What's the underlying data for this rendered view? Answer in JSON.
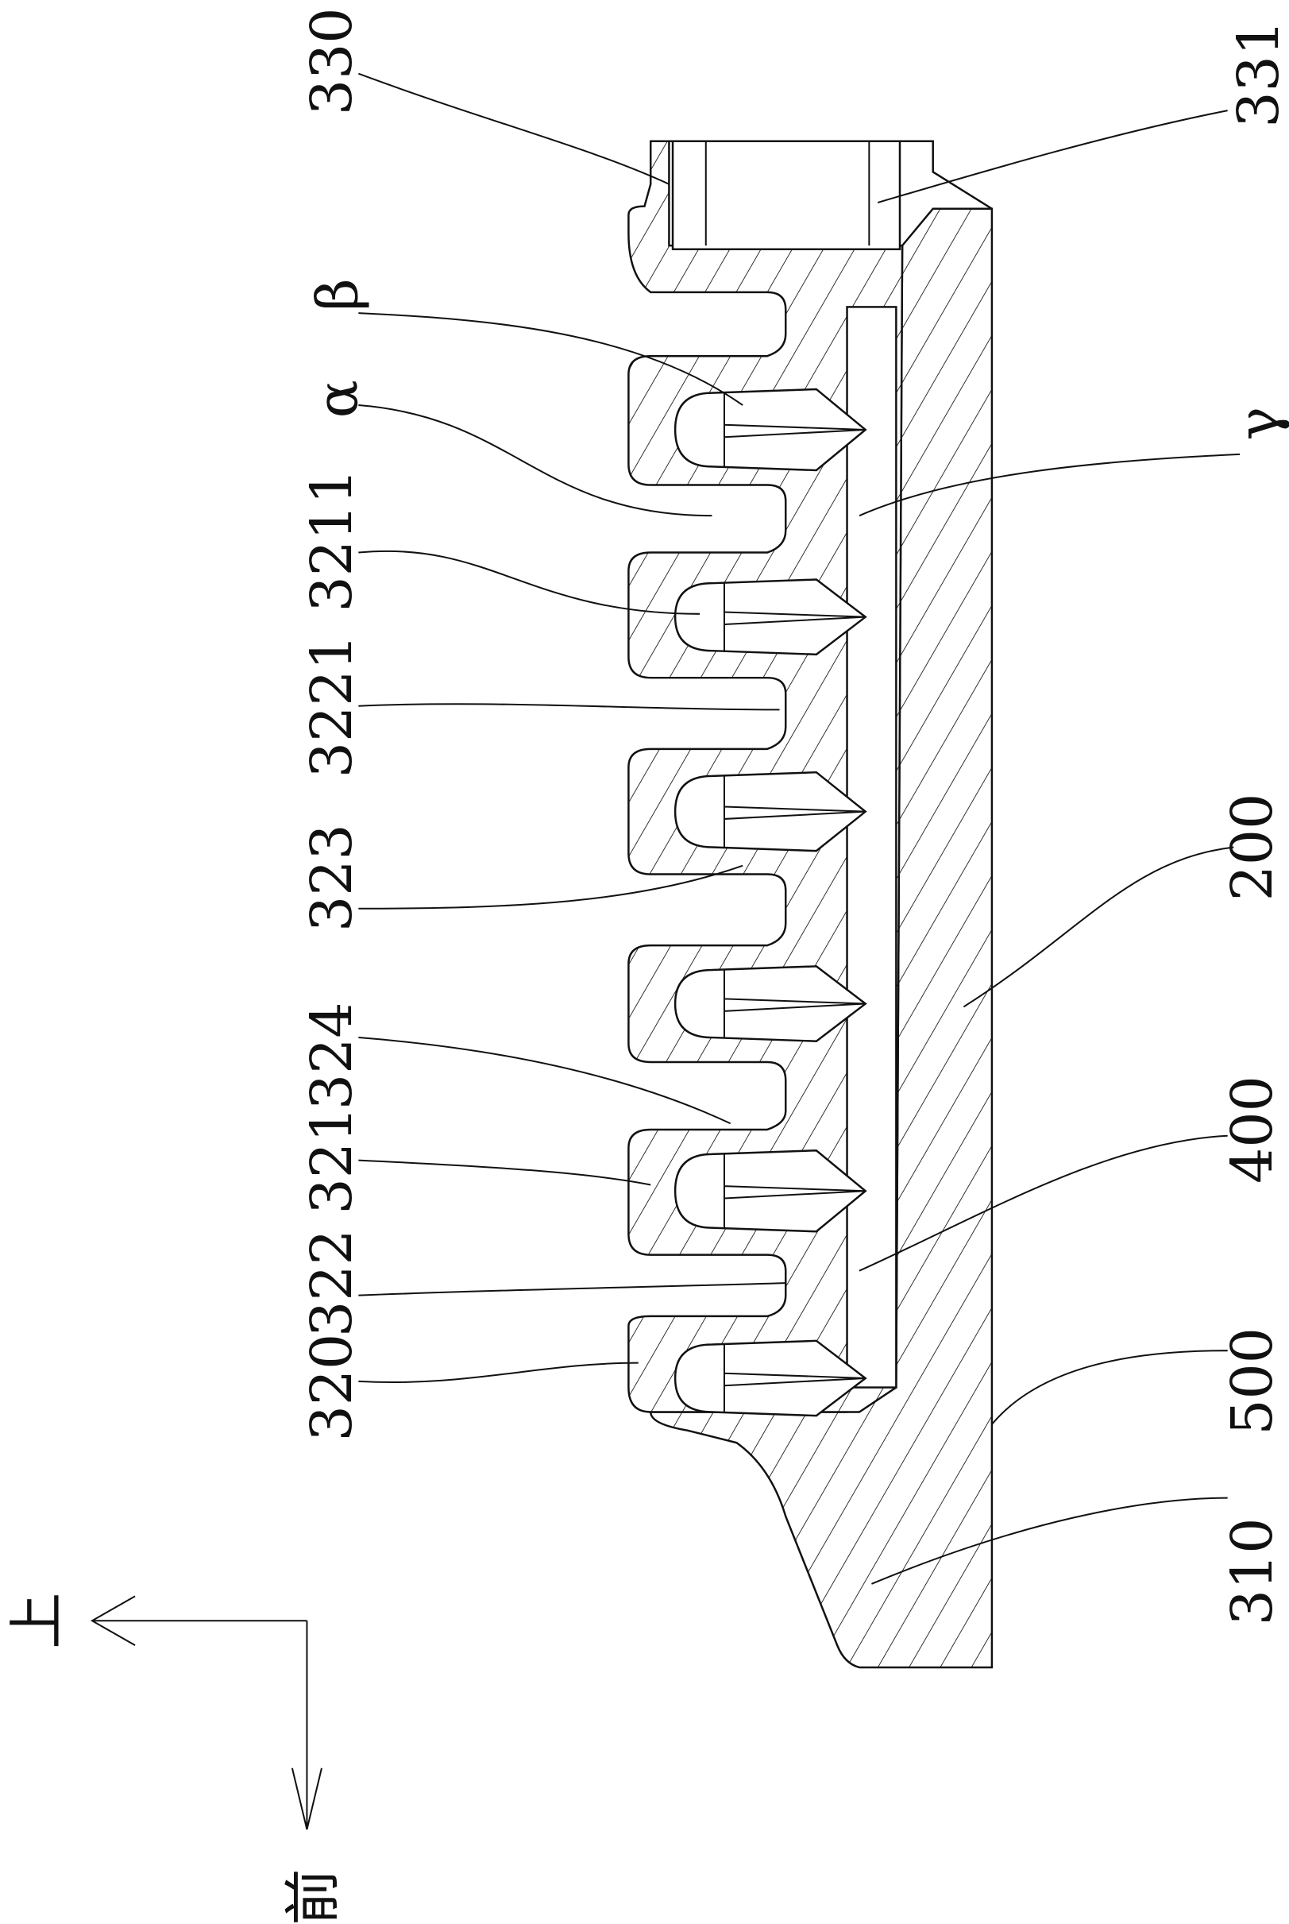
{
  "labels": {
    "l330": "330",
    "l331": "331",
    "beta": "β",
    "alpha": "α",
    "l3211": "3211",
    "l3221": "3221",
    "l323": "323",
    "l324": "324",
    "l321": "321",
    "l322": "322",
    "l320": "320",
    "gamma": "γ",
    "l200": "200",
    "l400": "400",
    "l500": "500",
    "l310": "310"
  },
  "directions": {
    "up": "上",
    "front": "前"
  }
}
